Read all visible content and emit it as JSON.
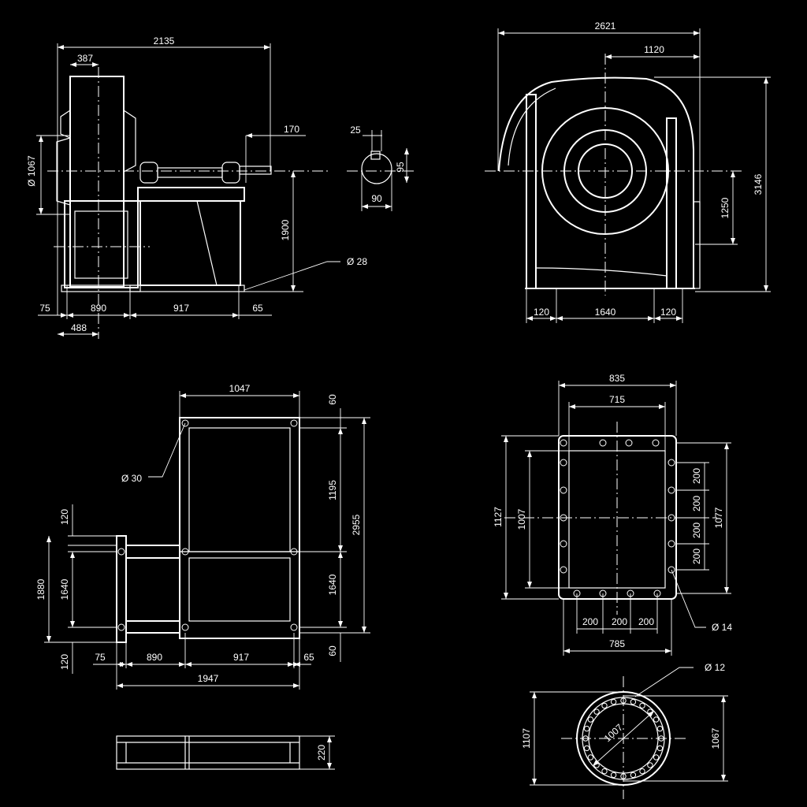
{
  "views": {
    "side": {
      "d2135": "2135",
      "d387": "387",
      "d170": "170",
      "d25": "25",
      "d95": "95",
      "d90": "90",
      "dia1067": "Ø 1067",
      "d1900": "1900",
      "dia28": "Ø  28",
      "d75": "75",
      "d890": "890",
      "d917": "917",
      "d65": "65",
      "d488": "488"
    },
    "front": {
      "d2621": "2621",
      "d1120": "1120",
      "d3146": "3146",
      "d1250": "1250",
      "d120a": "120",
      "d1640": "1640",
      "d120b": "120"
    },
    "plan": {
      "d1047": "1047",
      "d60a": "60",
      "d1195": "1195",
      "d2955": "2955",
      "dia30": "Ø 30",
      "d120a": "120",
      "d1880": "1880",
      "d1640a": "1640",
      "d1640b": "1640",
      "d60b": "60",
      "d120b": "120",
      "d75": "75",
      "d890": "890",
      "d917": "917",
      "d65": "65",
      "d1947": "1947"
    },
    "rect_flange": {
      "d835": "835",
      "d715": "715",
      "d1127": "1127",
      "d1007": "1007",
      "d1077": "1077",
      "d200r1": "200",
      "d200r2": "200",
      "d200r3": "200",
      "d200r4": "200",
      "d200b1": "200",
      "d200b2": "200",
      "d200b3": "200",
      "d785": "785",
      "dia14": "Ø 14"
    },
    "round_flange": {
      "dia12": "Ø 12",
      "d1107": "1107",
      "d1067": "1067",
      "d1007": "1007"
    },
    "base_section": {
      "d220": "220"
    }
  }
}
